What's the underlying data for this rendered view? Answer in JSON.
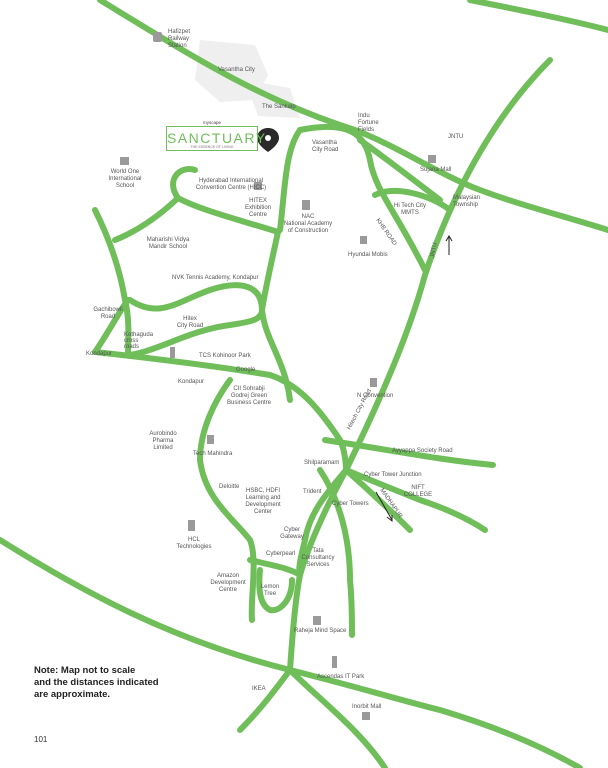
{
  "logo": {
    "brand_small": "myscape",
    "name": "SANCTUARY",
    "tagline": "THE ESSENCE OF LIVING"
  },
  "labels": {
    "hafizpet": [
      "Hafizpet",
      "Railway",
      "Station"
    ],
    "vasantha_city": "Vasantha City",
    "the_sankalp": "The Sankalp",
    "indu_fortune": [
      "Indu",
      "Fortune",
      "Fields"
    ],
    "jntu_top": "JNTU",
    "vasantha_city_road": [
      "Vasantha",
      "City Road"
    ],
    "sujana_mall": "Sujana Mall",
    "malaysian_township": [
      "Malaysian",
      "Township"
    ],
    "world_one": [
      "World One",
      "International",
      "School"
    ],
    "hicc": [
      "Hyderabad International",
      "Convention Centre (HICC)"
    ],
    "hitex_exhibition": [
      "HITEX",
      "Exhibition",
      "Centre"
    ],
    "nac": [
      "NAC",
      "National Academy",
      "of Construction"
    ],
    "hitech_city_mmts": [
      "Hi Tech City",
      "MMTS"
    ],
    "khb_road": "KHB ROAD",
    "jntu_road": "JNTU",
    "maharishi": [
      "Maharishi Vidya",
      "Mandir School"
    ],
    "hyundai_mobis": "Hyundai Mobis",
    "nvk_tennis": "NVK Tennis Academy, Kondapur",
    "gachibowli_road": [
      "Gachibowli",
      "Road"
    ],
    "hitex_city_road": [
      "Hitex",
      "City Road"
    ],
    "kothaguda": [
      "Kothaguda",
      "cross",
      "roads"
    ],
    "kondapur_left": "Kondapur",
    "tcs_kohinoor": "TCS Kohinoor Park",
    "google": "Google",
    "kondapur_mid": "Kondapur",
    "cii_sohrabji": [
      "CII Sohrabji",
      "Godrej Green",
      "Business Centre"
    ],
    "n_convention": "N Convention",
    "hitech_city_road": "Hitech City Road",
    "aurobindo": [
      "Aurobindo",
      "Pharma",
      "Limited"
    ],
    "tech_mahindra": "Tech Mahindra",
    "ayyappa_society": "Ayyappa Society Road",
    "shilparamam": "Shilparamam",
    "cyber_tower_junction": "Cyber Tower Junction",
    "deloitte": "Deloitte",
    "trident": "Trident",
    "nift": [
      "NIFT",
      "COLLEGE"
    ],
    "cyber_towers": "Cyber Towers",
    "madhapur": "MADHAPUR",
    "hsbc": [
      "HSBC, HDFI",
      "Learning and",
      "Development",
      "Center"
    ],
    "hcl": [
      "HCL",
      "Technologies"
    ],
    "cyber_gateway": [
      "Cyber",
      "Gateway"
    ],
    "cyberpearl": "Cyberpearl",
    "tata_consultancy": [
      "Tata",
      "Consultancy",
      "Services"
    ],
    "amazon": [
      "Amazon",
      "Development",
      "Centre"
    ],
    "lemon_tree": [
      "Lemon",
      "Tree"
    ],
    "raheja": "Raheja Mind Space",
    "ascendas": "Ascendas IT Park",
    "ikea": "IKEA",
    "inorbit": "Inorbit Mall"
  },
  "note": [
    "Note: Map not to scale",
    "and the distances indicated",
    "are approximate."
  ],
  "page_number": "101",
  "colors": {
    "road": "#6fbe5a",
    "building": "#9a9a9a",
    "area": "#efefef",
    "pin": "#2a2a2a"
  }
}
